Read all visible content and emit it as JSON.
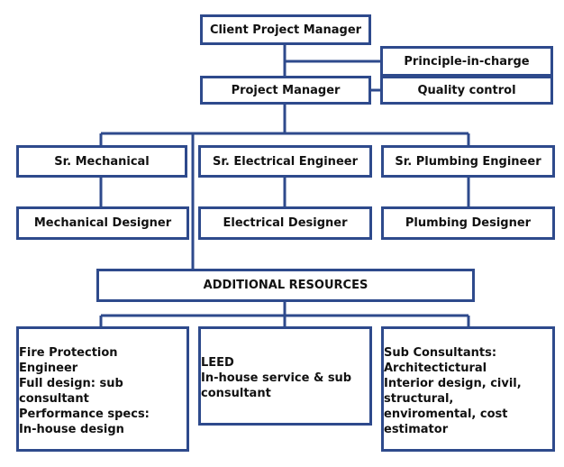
{
  "colors": {
    "line": "#2E4A8C",
    "text": "#111111",
    "background": "#ffffff"
  },
  "nodes": {
    "client_pm": "Client Project Manager",
    "principle": "Principle-in-charge",
    "pm": "Project Manager",
    "qc": "Quality control",
    "sr_mech": "Sr. Mechanical",
    "sr_elec": "Sr. Electrical Engineer",
    "sr_plumb": "Sr. Plumbing Engineer",
    "mech_designer": "Mechanical Designer",
    "elec_designer": "Electrical Designer",
    "plumb_designer": "Plumbing Designer",
    "additional": "ADDITIONAL RESOURCES",
    "fire": [
      "Fire Protection",
      "Engineer",
      "Full design: sub",
      "consultant",
      "Performance specs:",
      "In-house design"
    ],
    "leed": [
      "LEED",
      "In-house service & sub",
      "consultant"
    ],
    "sub": [
      "Sub Consultants:",
      "Architectictural",
      "Interior design, civil,",
      "structural,",
      "enviromental, cost",
      "estimator"
    ]
  }
}
